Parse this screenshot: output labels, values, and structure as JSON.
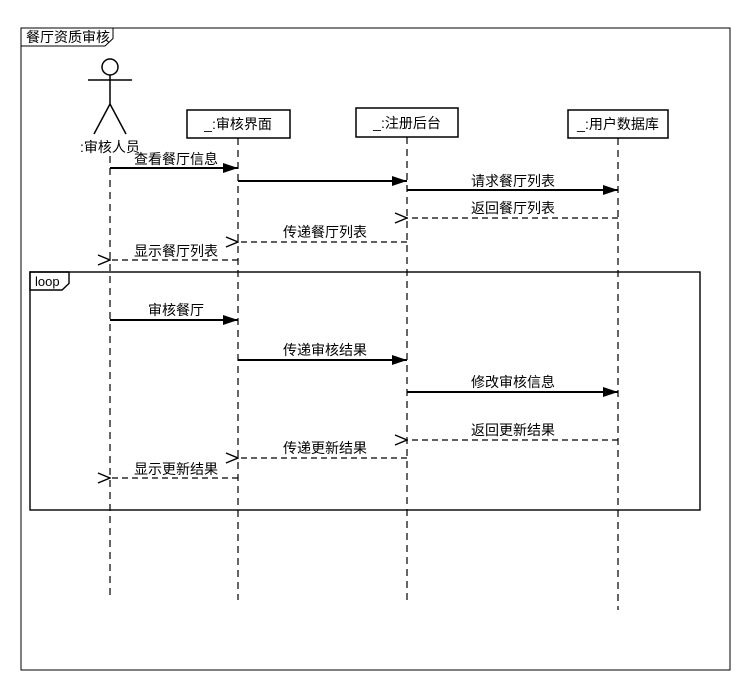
{
  "frame": {
    "title": "餐厅资质审核"
  },
  "actor": {
    "label": ":审核人员"
  },
  "lifelines": [
    {
      "label": "_:审核界面"
    },
    {
      "label": "_:注册后台"
    },
    {
      "label": "_:用户数据库"
    }
  ],
  "loop": {
    "label": "loop"
  },
  "messages": [
    {
      "label": "查看餐厅信息",
      "from": ":审核人员",
      "to": "_:审核界面",
      "style": "solid",
      "in_loop": false
    },
    {
      "label": "",
      "from": "_:审核界面",
      "to": "_:注册后台",
      "style": "solid",
      "in_loop": false
    },
    {
      "label": "请求餐厅列表",
      "from": "_:注册后台",
      "to": "_:用户数据库",
      "style": "solid",
      "in_loop": false
    },
    {
      "label": "返回餐厅列表",
      "from": "_:用户数据库",
      "to": "_:注册后台",
      "style": "dashed",
      "in_loop": false
    },
    {
      "label": "传递餐厅列表",
      "from": "_:注册后台",
      "to": "_:审核界面",
      "style": "dashed",
      "in_loop": false
    },
    {
      "label": "显示餐厅列表",
      "from": "_:审核界面",
      "to": ":审核人员",
      "style": "dashed",
      "in_loop": false
    },
    {
      "label": "审核餐厅",
      "from": ":审核人员",
      "to": "_:审核界面",
      "style": "solid",
      "in_loop": true
    },
    {
      "label": "传递审核结果",
      "from": "_:审核界面",
      "to": "_:注册后台",
      "style": "solid",
      "in_loop": true
    },
    {
      "label": "修改审核信息",
      "from": "_:注册后台",
      "to": "_:用户数据库",
      "style": "solid",
      "in_loop": true
    },
    {
      "label": "返回更新结果",
      "from": "_:用户数据库",
      "to": "_:注册后台",
      "style": "dashed",
      "in_loop": true
    },
    {
      "label": "传递更新结果",
      "from": "_:注册后台",
      "to": "_:审核界面",
      "style": "dashed",
      "in_loop": true
    },
    {
      "label": "显示更新结果",
      "from": "_:审核界面",
      "to": ":审核人员",
      "style": "dashed",
      "in_loop": true
    }
  ],
  "colors": {
    "line": "#000000",
    "background": "#ffffff"
  }
}
